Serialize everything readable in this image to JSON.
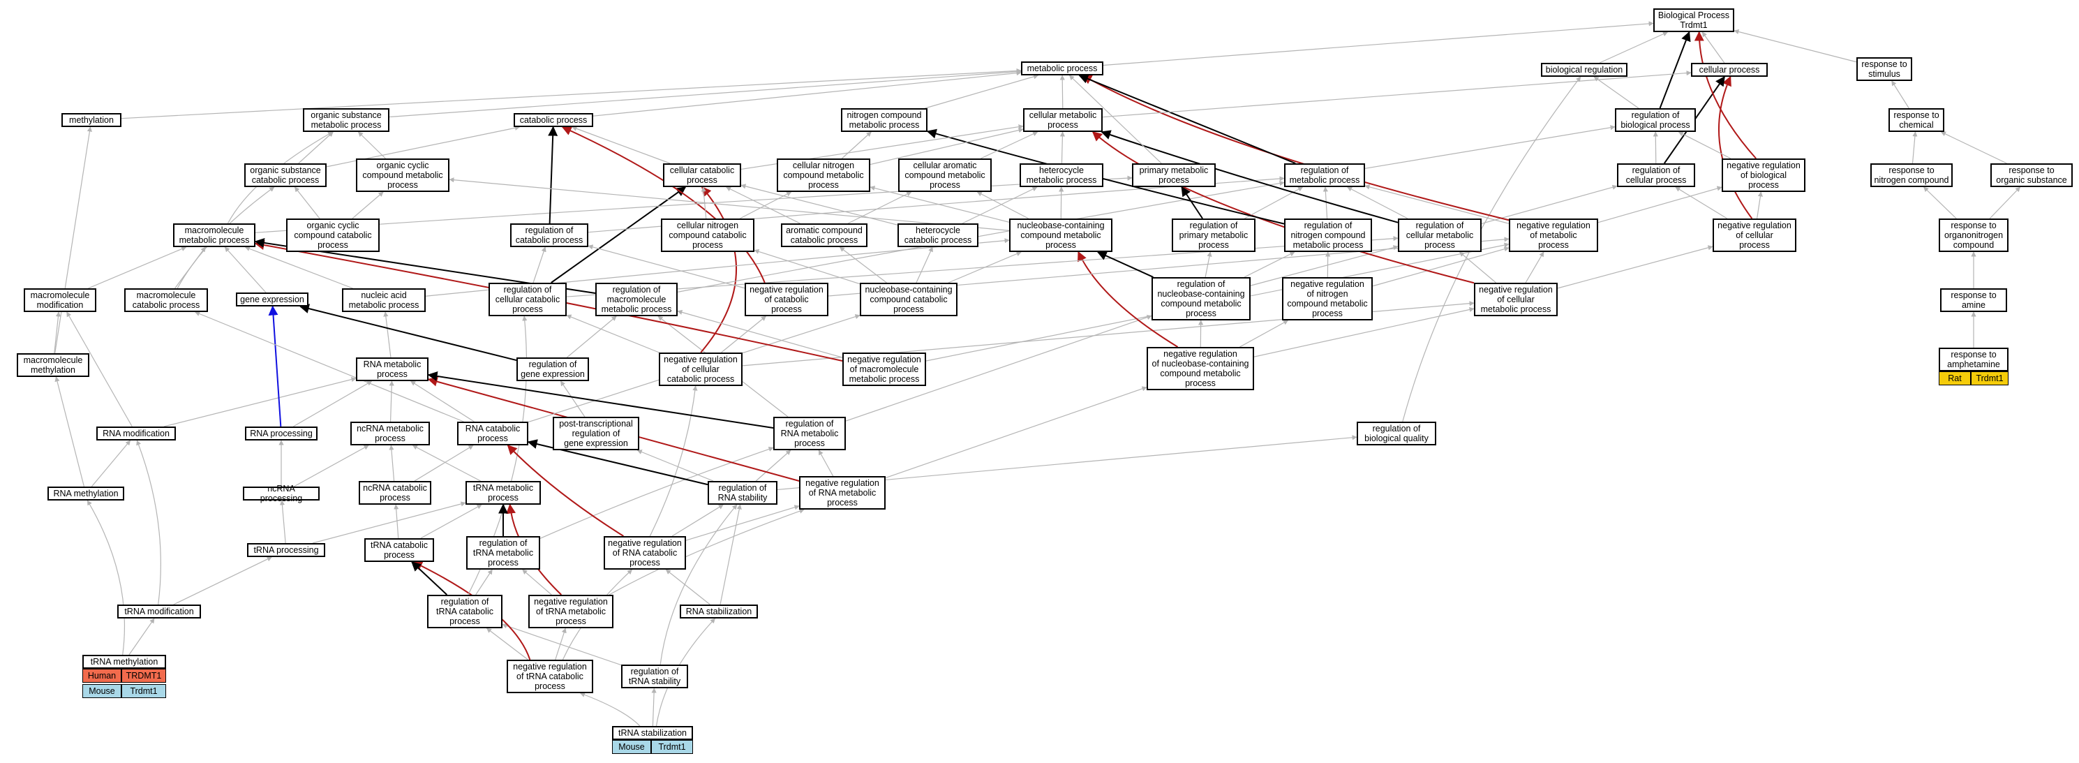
{
  "colors": {
    "grey_edge": "#b4b4b4",
    "black_edge": "#000000",
    "red_edge": "#b01818",
    "blue_edge": "#1010e0",
    "human": "#f26b4d",
    "mouse": "#a9d8e8",
    "rat": "#f5cc0a"
  },
  "nodes": {
    "bp_root": "Biological Process\nTrdmt1",
    "metabolic_process": "metabolic process",
    "biological_regulation": "biological regulation",
    "cellular_process": "cellular process",
    "response_to_stimulus": "response to\nstimulus",
    "methylation": "methylation",
    "organic_substance_metabolic_process": "organic substance\nmetabolic process",
    "catabolic_process": "catabolic process",
    "nitrogen_compound_metabolic_process": "nitrogen compound\nmetabolic process",
    "cellular_metabolic_process": "cellular metabolic\nprocess",
    "regulation_of_biological_process": "regulation of\nbiological process",
    "response_to_chemical": "response to\nchemical",
    "organic_substance_catabolic_process": "organic substance\ncatabolic process",
    "organic_cyclic_compound_metabolic_process": "organic cyclic\ncompound metabolic\nprocess",
    "cellular_catabolic_process": "cellular catabolic\nprocess",
    "cellular_nitrogen_compound_metabolic_process": "cellular nitrogen\ncompound metabolic\nprocess",
    "cellular_aromatic_compound_metabolic_process": "cellular aromatic\ncompound metabolic\nprocess",
    "heterocycle_metabolic_process": "heterocycle\nmetabolic process",
    "primary_metabolic_process": "primary metabolic\nprocess",
    "regulation_of_metabolic_process": "regulation of\nmetabolic process",
    "regulation_of_cellular_process": "regulation of\ncellular process",
    "negative_regulation_of_biological_process": "negative regulation\nof biological\nprocess",
    "response_to_nitrogen_compound": "response to\nnitrogen compound",
    "response_to_organic_substance": "response to\norganic substance",
    "macromolecule_metabolic_process": "macromolecule\nmetabolic process",
    "organic_cyclic_compound_catabolic_process": "organic cyclic\ncompound catabolic\nprocess",
    "regulation_of_catabolic_process": "regulation of\ncatabolic process",
    "cellular_nitrogen_compound_catabolic_process": "cellular nitrogen\ncompound catabolic\nprocess",
    "aromatic_compound_catabolic_process": "aromatic compound\ncatabolic process",
    "heterocycle_catabolic_process": "heterocycle\ncatabolic process",
    "nucleobase_containing_compound_metabolic_process": "nucleobase-containing\ncompound metabolic\nprocess",
    "regulation_of_primary_metabolic_process": "regulation of\nprimary metabolic\nprocess",
    "regulation_of_nitrogen_compound_metabolic_process": "regulation of\nnitrogen compound\nmetabolic process",
    "regulation_of_cellular_metabolic_process": "regulation of\ncellular metabolic\nprocess",
    "negative_regulation_of_metabolic_process": "negative regulation\nof metabolic\nprocess",
    "negative_regulation_of_cellular_process": "negative regulation\nof cellular\nprocess",
    "response_to_organonitrogen_compound": "response to\norganonitrogen\ncompound",
    "macromolecule_modification": "macromolecule\nmodification",
    "macromolecule_catabolic_process": "macromolecule\ncatabolic process",
    "gene_expression": "gene expression",
    "nucleic_acid_metabolic_process": "nucleic acid\nmetabolic process",
    "regulation_of_cellular_catabolic_process": "regulation of\ncellular catabolic\nprocess",
    "regulation_of_macromolecule_metabolic_process": "regulation of\nmacromolecule\nmetabolic process",
    "negative_regulation_of_catabolic_process": "negative regulation\nof catabolic\nprocess",
    "nucleobase_containing_compound_catabolic_process": "nucleobase-containing\ncompound catabolic\nprocess",
    "regulation_of_nucleobase_containing_compound_metabolic_process": "regulation of\nnucleobase-containing\ncompound metabolic\nprocess",
    "negative_regulation_of_nitrogen_compound_metabolic_process": "negative regulation\nof nitrogen\ncompound metabolic\nprocess",
    "negative_regulation_of_cellular_metabolic_process": "negative regulation\nof cellular\nmetabolic process",
    "response_to_amine": "response to\namine",
    "macromolecule_methylation": "macromolecule\nmethylation",
    "rna_metabolic_process": "RNA metabolic\nprocess",
    "regulation_of_gene_expression": "regulation of\ngene expression",
    "negative_regulation_of_cellular_catabolic_process": "negative regulation\nof cellular\ncatabolic process",
    "negative_regulation_of_macromolecule_metabolic_process": "negative regulation\nof macromolecule\nmetabolic process",
    "negative_regulation_of_nucleobase_containing_compound_metabolic_process": "negative regulation\nof nucleobase-containing\ncompound metabolic\nprocess",
    "response_to_amphetamine": "response to\namphetamine",
    "rna_modification": "RNA modification",
    "rna_processing": "RNA processing",
    "ncrna_metabolic_process": "ncRNA metabolic\nprocess",
    "rna_catabolic_process": "RNA catabolic\nprocess",
    "post_transcriptional_regulation_of_gene_expression": "post-transcriptional\nregulation of\ngene expression",
    "regulation_of_rna_metabolic_process": "regulation of\nRNA metabolic\nprocess",
    "regulation_of_biological_quality": "regulation of\nbiological quality",
    "rna_methylation": "RNA methylation",
    "ncrna_processing": "ncRNA processing",
    "ncrna_catabolic_process": "ncRNA catabolic\nprocess",
    "trna_metabolic_process": "tRNA metabolic\nprocess",
    "regulation_of_rna_stability": "regulation of\nRNA stability",
    "negative_regulation_of_rna_metabolic_process": "negative regulation\nof RNA metabolic\nprocess",
    "trna_processing": "tRNA processing",
    "trna_catabolic_process": "tRNA catabolic\nprocess",
    "regulation_of_trna_metabolic_process": "regulation of\ntRNA metabolic\nprocess",
    "negative_regulation_of_rna_catabolic_process": "negative regulation\nof RNA catabolic\nprocess",
    "trna_modification": "tRNA modification",
    "regulation_of_trna_catabolic_process": "regulation of\ntRNA catabolic\nprocess",
    "negative_regulation_of_trna_metabolic_process": "negative regulation\nof tRNA metabolic\nprocess",
    "rna_stabilization": "RNA stabilization",
    "trna_methylation": "tRNA methylation",
    "negative_regulation_of_trna_catabolic_process": "negative regulation\nof tRNA catabolic\nprocess",
    "regulation_of_trna_stability": "regulation of\ntRNA stability",
    "trna_stabilization": "tRNA stabilization"
  },
  "tags": {
    "human_species": "Human",
    "human_gene": "TRDMT1",
    "mouse_species_a": "Mouse",
    "mouse_gene_a": "Trdmt1",
    "mouse_species_b": "Mouse",
    "mouse_gene_b": "Trdmt1",
    "rat_species": "Rat",
    "rat_gene": "Trdmt1"
  }
}
